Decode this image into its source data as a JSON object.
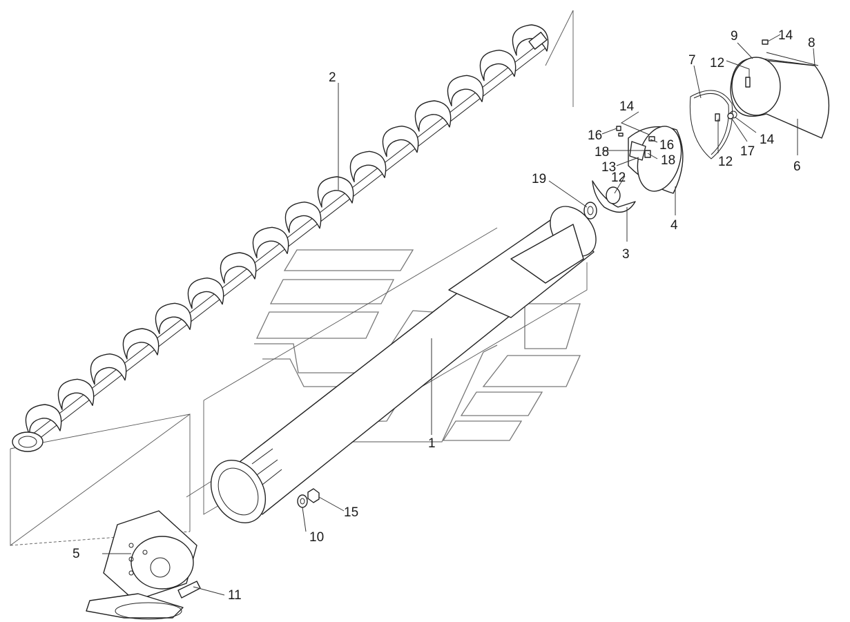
{
  "diagram": {
    "callouts": [
      {
        "id": "c1",
        "text": "1"
      },
      {
        "id": "c2",
        "text": "2"
      },
      {
        "id": "c3",
        "text": "3"
      },
      {
        "id": "c4",
        "text": "4"
      },
      {
        "id": "c5",
        "text": "5"
      },
      {
        "id": "c6",
        "text": "6"
      },
      {
        "id": "c7",
        "text": "7"
      },
      {
        "id": "c8",
        "text": "8"
      },
      {
        "id": "c9",
        "text": "9"
      },
      {
        "id": "c10",
        "text": "10"
      },
      {
        "id": "c11",
        "text": "11"
      },
      {
        "id": "c12a",
        "text": "12"
      },
      {
        "id": "c12b",
        "text": "12"
      },
      {
        "id": "c12c",
        "text": "12"
      },
      {
        "id": "c13",
        "text": "13"
      },
      {
        "id": "c14a",
        "text": "14"
      },
      {
        "id": "c14b",
        "text": "14"
      },
      {
        "id": "c14c",
        "text": "14"
      },
      {
        "id": "c15",
        "text": "15"
      },
      {
        "id": "c16a",
        "text": "16"
      },
      {
        "id": "c16b",
        "text": "16"
      },
      {
        "id": "c17",
        "text": "17"
      },
      {
        "id": "c18a",
        "text": "18"
      },
      {
        "id": "c18b",
        "text": "18"
      },
      {
        "id": "c19",
        "text": "19"
      }
    ]
  }
}
